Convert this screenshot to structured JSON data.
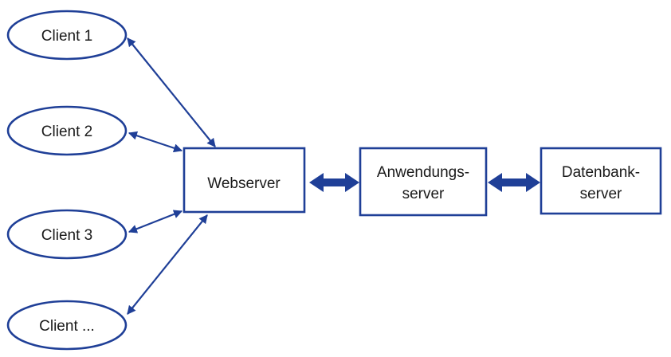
{
  "colors": {
    "stroke": "#1f3f97",
    "background": "#ffffff",
    "text": "#1a1a1a"
  },
  "nodes": {
    "client_1": "Client 1",
    "client_2": "Client 2",
    "client_3": "Client 3",
    "client_more": "Client ...",
    "webserver": "Webserver",
    "application_server": [
      "Anwendungs-",
      "server"
    ],
    "database_server": [
      "Datenbank-",
      "server"
    ]
  },
  "connections": [
    {
      "from": "client_1",
      "to": "webserver",
      "direction": "both"
    },
    {
      "from": "client_2",
      "to": "webserver",
      "direction": "both"
    },
    {
      "from": "client_3",
      "to": "webserver",
      "direction": "both"
    },
    {
      "from": "client_more",
      "to": "webserver",
      "direction": "both"
    },
    {
      "from": "webserver",
      "to": "application_server",
      "direction": "both"
    },
    {
      "from": "application_server",
      "to": "database_server",
      "direction": "both"
    }
  ]
}
